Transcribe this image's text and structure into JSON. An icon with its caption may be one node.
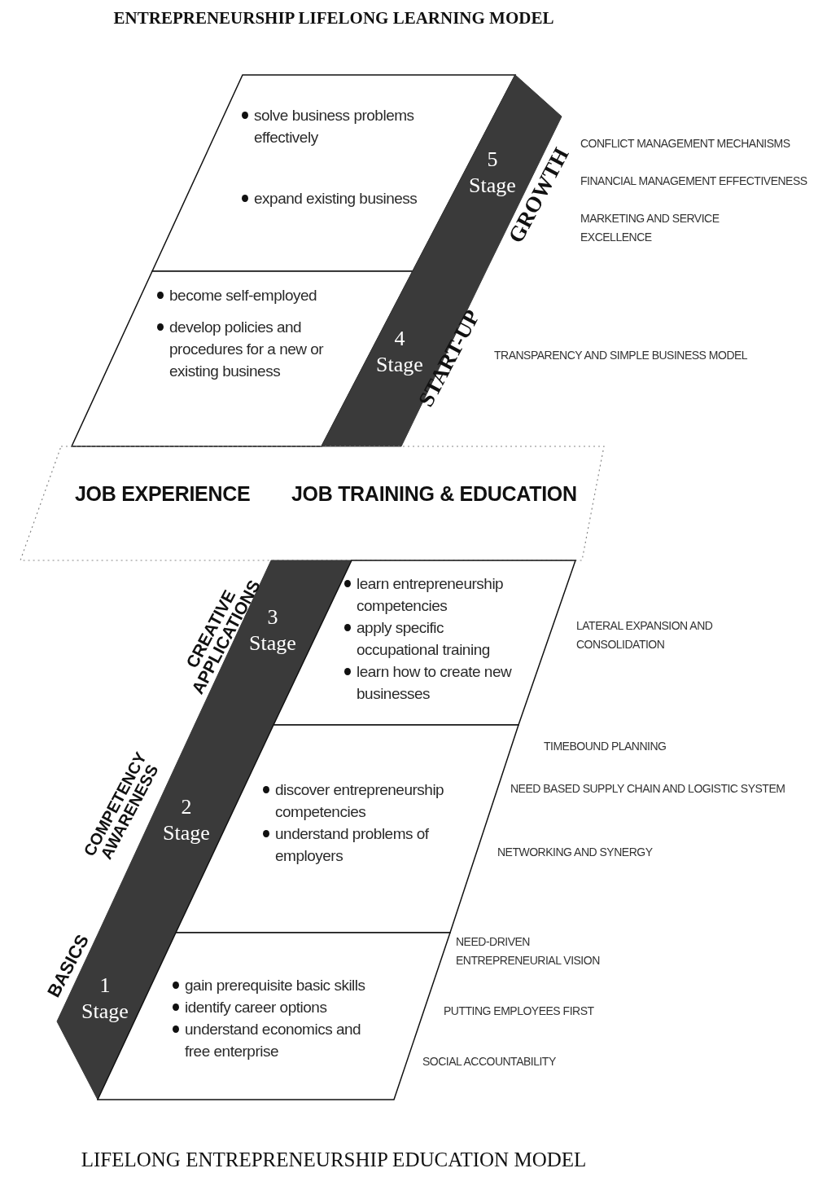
{
  "diagram": {
    "title": "ENTREPRENEURSHIP LIFELONG LEARNING MODEL",
    "caption": "LIFELONG ENTREPRENEURSHIP EDUCATION MODEL",
    "nodes": [
      {
        "text": [
          "solve business problems effectively",
          "expand existing business"
        ]
      },
      {
        "text": [
          "5",
          "Stage"
        ],
        "beside": [
          "GROWTH"
        ]
      },
      {
        "text": [
          "become self-employed",
          "develop policies and procedures for a new or existing business"
        ]
      },
      {
        "text": [
          "4",
          "Stage"
        ],
        "beside": [
          "START-UP"
        ]
      },
      {
        "text": [
          "JOB EXPERIENCE",
          "JOB TRAINING & EDUCATION"
        ]
      },
      {
        "text": [
          "3",
          "Stage"
        ],
        "beside": [
          "CREATIVE APPLICATIONS"
        ]
      },
      {
        "text": [
          "learn entrepreneurship competencies",
          "apply specific occupational training",
          "learn how to create new businesses"
        ]
      },
      {
        "text": [
          "2",
          "Stage"
        ],
        "beside": [
          "COMPETENCY AWARENESS"
        ]
      },
      {
        "text": [
          "discover entrepreneurship competencies",
          "understand problems of employers"
        ]
      },
      {
        "text": [
          "1",
          "Stage"
        ],
        "beside": [
          "BASICS"
        ]
      },
      {
        "text": [
          "gain prerequisite basic skills",
          "identify career options",
          "understand economics and free enterprise"
        ]
      }
    ],
    "labels": [
      "CONFLICT MANAGEMENT MECHANISMS",
      "FINANCIAL MANAGEMENT EFFECTIVENESS",
      "MARKETING AND SERVICE EXCELLENCE",
      "TRANSPARENCY AND SIMPLE BUSINESS MODEL",
      "LATERAL EXPANSION AND CONSOLIDATION",
      "TIMEBOUND PLANNING",
      "NEED BASED SUPPLY CHAIN AND LOGISTIC SYSTEM",
      "NETWORKING AND SYNERGY",
      "NEED-DRIVEN ENTREPRENEURIAL VISION",
      "PUTTING EMPLOYEES FIRST",
      "SOCIAL ACCOUNTABILITY"
    ]
  }
}
